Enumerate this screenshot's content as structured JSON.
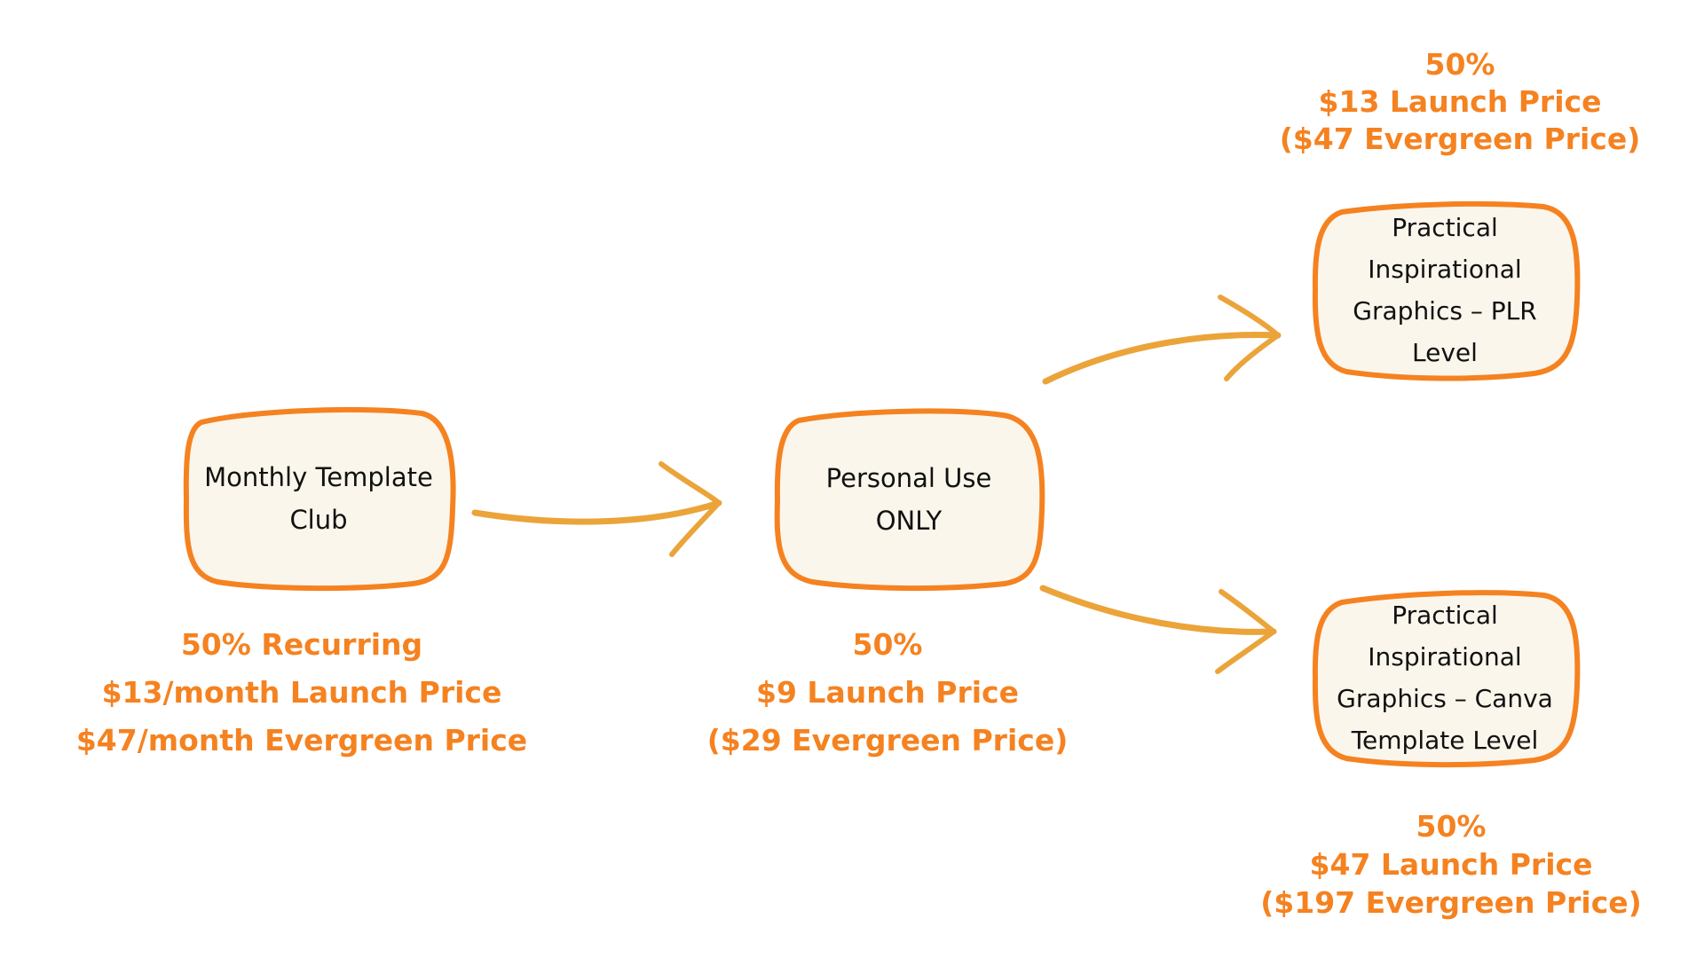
{
  "colors": {
    "box_outline": "#f58220",
    "box_fill": "#fbf6ec",
    "arrow": "#eba43a",
    "price_text": "#f58220",
    "node_text": "#111111"
  },
  "nodes": {
    "monthly_club": {
      "line1": "Monthly Template",
      "line2": "Club",
      "commission": "50% Recurring",
      "launch": "$13/month Launch Price",
      "evergreen": "$47/month Evergreen Price"
    },
    "personal_use": {
      "line1": "Personal Use",
      "line2": "ONLY",
      "commission": "50%",
      "launch": "$9 Launch Price",
      "evergreen": "($29 Evergreen Price)"
    },
    "plr_level": {
      "line1": "Practical",
      "line2": "Inspirational",
      "line3": "Graphics – PLR",
      "line4": "Level",
      "commission": "50%",
      "launch": "$13 Launch Price",
      "evergreen": "($47 Evergreen Price)"
    },
    "canva_level": {
      "line1": "Practical",
      "line2": "Inspirational",
      "line3": "Graphics – Canva",
      "line4": "Template Level",
      "commission": "50%",
      "launch": "$47 Launch Price",
      "evergreen": "($197 Evergreen Price)"
    }
  },
  "edges": [
    {
      "from": "monthly_club",
      "to": "personal_use"
    },
    {
      "from": "personal_use",
      "to": "plr_level"
    },
    {
      "from": "personal_use",
      "to": "canva_level"
    }
  ]
}
